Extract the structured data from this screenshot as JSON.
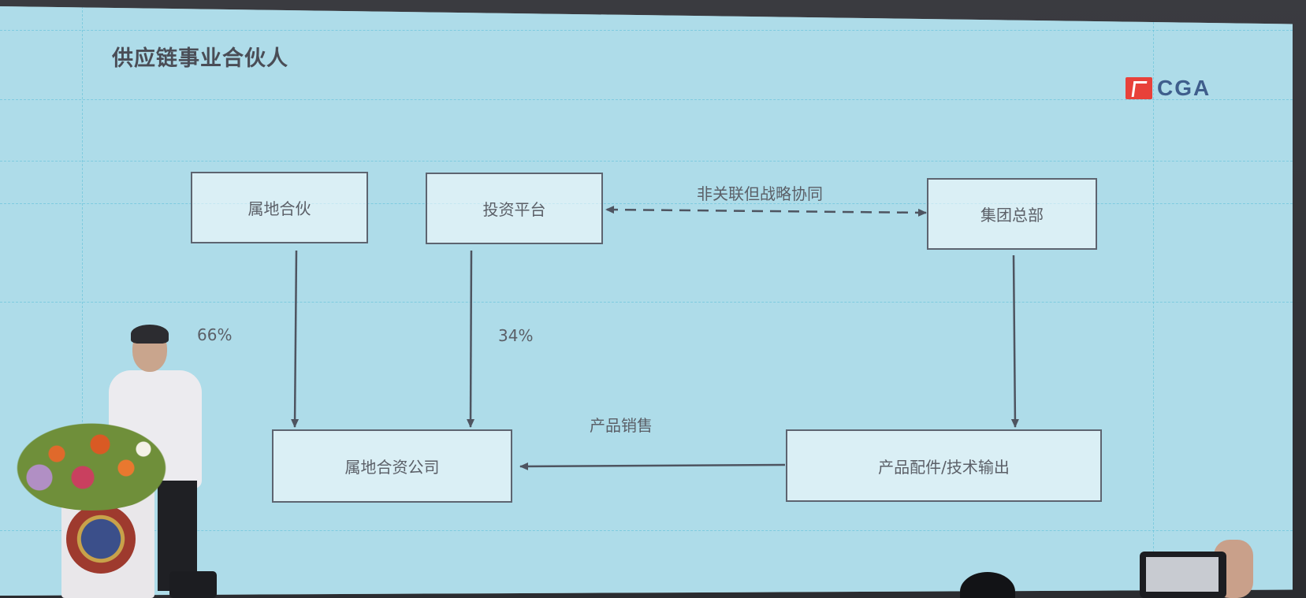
{
  "slide": {
    "title": "供应链事业合伙人",
    "logo_text": "CGA"
  },
  "diagram": {
    "nodes": {
      "local_partner": "属地合伙",
      "investment_platform": "投资平台",
      "group_hq": "集团总部",
      "local_jv": "属地合资公司",
      "product_parts": "产品配件/技术输出"
    },
    "edges": {
      "strategic_link": "非关联但战略协同",
      "share_local_partner": "66%",
      "share_investment_platform": "34%",
      "product_sales": "产品销售"
    }
  },
  "colors": {
    "slide_bg": "#f7f8fa",
    "grid": "#5abed7",
    "box_border": "#5d6470",
    "text": "#5b5f67",
    "title": "#4a4d56",
    "logo_red": "#e8413a",
    "logo_blue": "#3f5e8c"
  }
}
